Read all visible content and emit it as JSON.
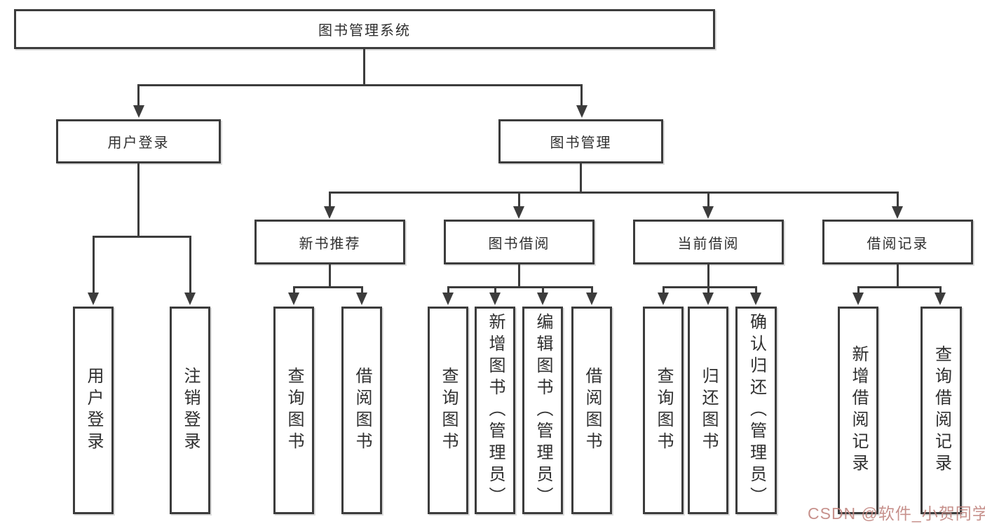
{
  "tree": {
    "label": "图书管理系统",
    "children": [
      {
        "label": "用户登录",
        "children": [
          {
            "label": "用户登录"
          },
          {
            "label": "注销登录"
          }
        ]
      },
      {
        "label": "图书管理",
        "children": [
          {
            "label": "新书推荐",
            "children": [
              {
                "label": "查询图书"
              },
              {
                "label": "借阅图书"
              }
            ]
          },
          {
            "label": "图书借阅",
            "children": [
              {
                "label": "查询图书"
              },
              {
                "label": "新增图书（管理员）"
              },
              {
                "label": "编辑图书（管理员）"
              },
              {
                "label": "借阅图书"
              }
            ]
          },
          {
            "label": "当前借阅",
            "children": [
              {
                "label": "查询图书"
              },
              {
                "label": "归还图书"
              },
              {
                "label": "确认归还（管理员）"
              }
            ]
          },
          {
            "label": "借阅记录",
            "children": [
              {
                "label": "新增借阅记录"
              },
              {
                "label": "查询借阅记录"
              }
            ]
          }
        ]
      }
    ]
  },
  "watermark": {
    "text": "CSDN @软件_小贺同学"
  },
  "colors": {
    "line": "#3c3c3c",
    "box_border": "#3c3c3c",
    "text": "#2f2f2f",
    "background": "#ffffff",
    "watermark": "#c18580"
  }
}
